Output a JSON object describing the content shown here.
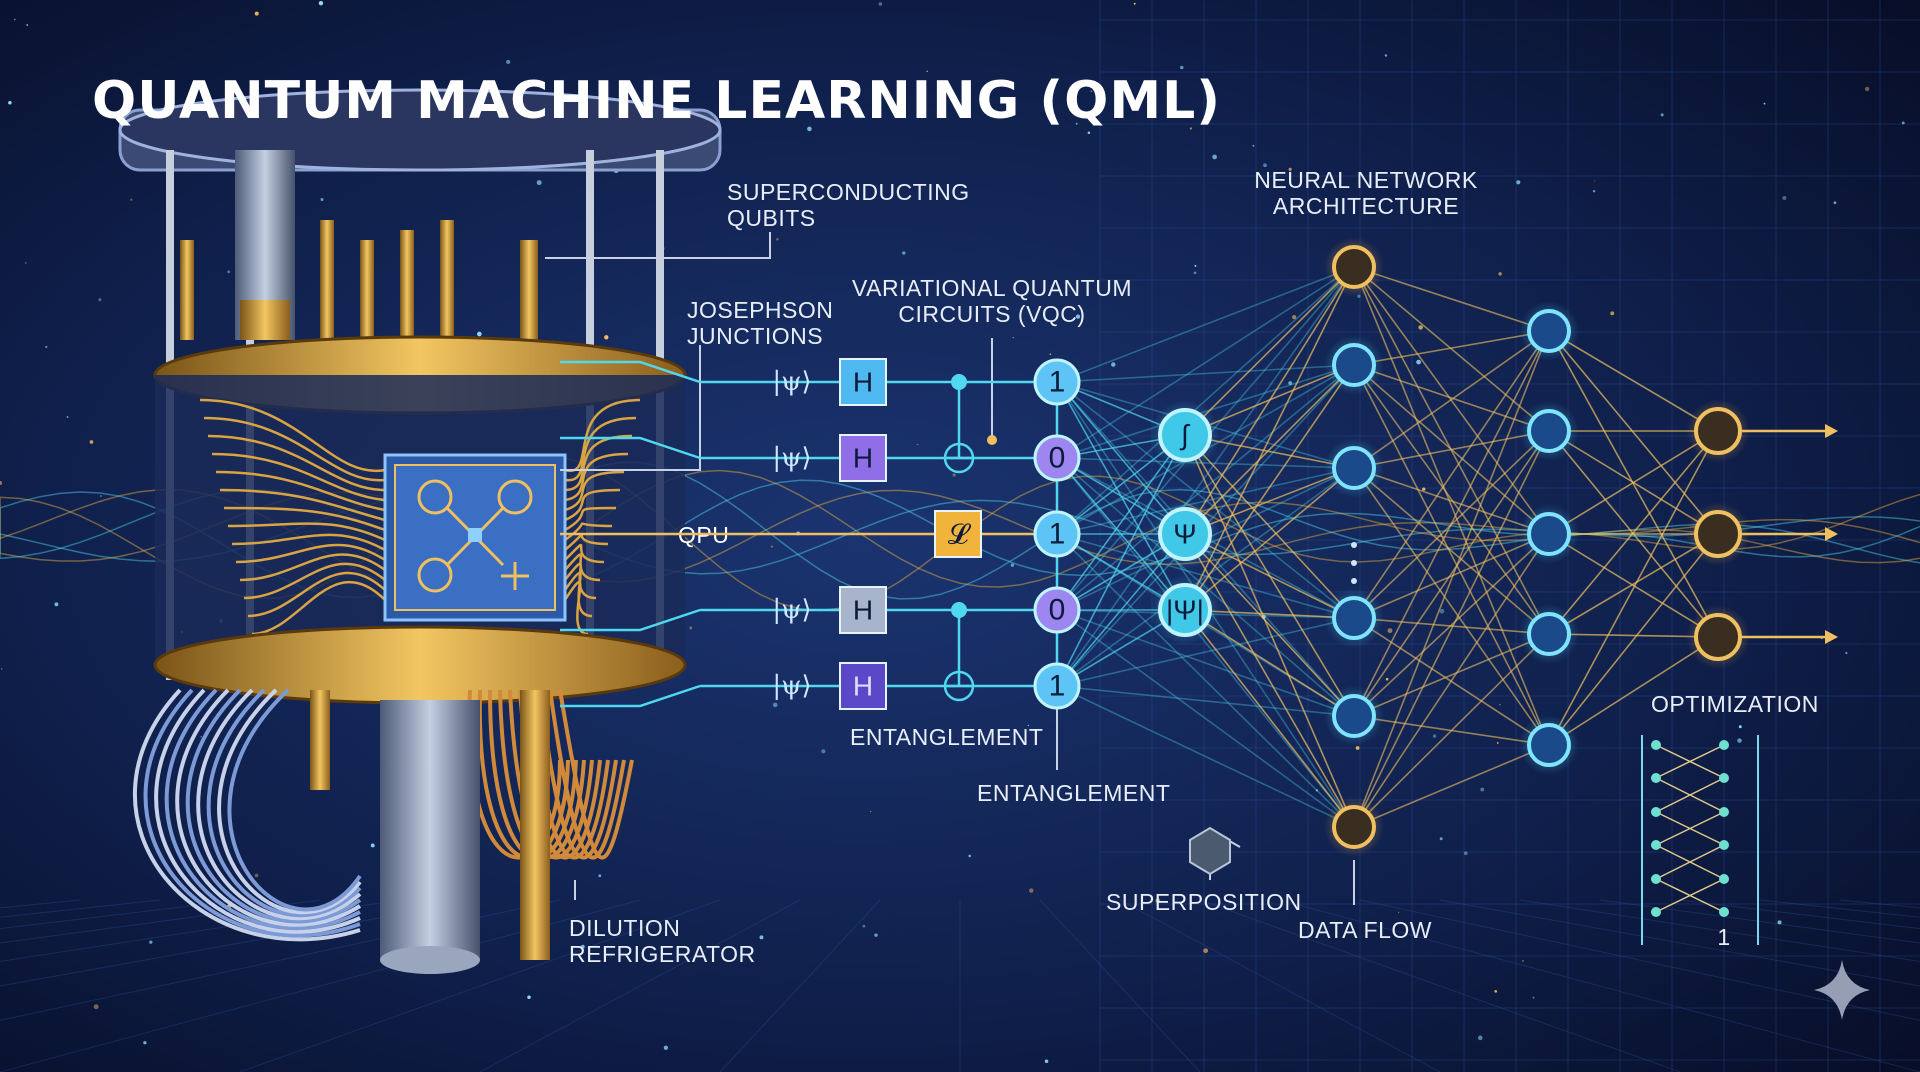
{
  "title": "QUANTUM MACHINE LEARNING (QML)",
  "labels": {
    "superconducting_1": "SUPERCONDUCTING",
    "superconducting_2": "QUBITS",
    "josephson_1": "JOSEPHSON",
    "josephson_2": "JUNCTIONS",
    "vqc_1": "VARIATIONAL QUANTUM",
    "vqc_2": "CIRCUITS (VQC)",
    "nn_1": "NEURAL NETWORK",
    "nn_2": "ARCHITECTURE",
    "qpu": "QPU",
    "entanglement_1": "ENTANGLEMENT",
    "entanglement_2": "ENTANGLEMENT",
    "superposition": "SUPERPOSITION",
    "data_flow": "DATA FLOW",
    "optimization": "OPTIMIZATION",
    "dilution_1": "DILUTION",
    "dilution_2": "REFRIGERATOR"
  },
  "circuit": {
    "kets": [
      "|ψ⟩",
      "|ψ⟩",
      "|ψ⟩",
      "|ψ⟩"
    ],
    "gates": [
      "H",
      "H",
      "𝓛",
      "H",
      "H"
    ],
    "qubits": [
      "1",
      "0",
      "1",
      "0",
      "1"
    ]
  },
  "activation_nodes": [
    "∫",
    "Ψ",
    "|Ψ|"
  ],
  "optimization_value": "1",
  "colors": {
    "background": "#0b1433",
    "cyan": "#4fd8f0",
    "gold": "#f0b43c",
    "purple": "#9a7cf0"
  }
}
